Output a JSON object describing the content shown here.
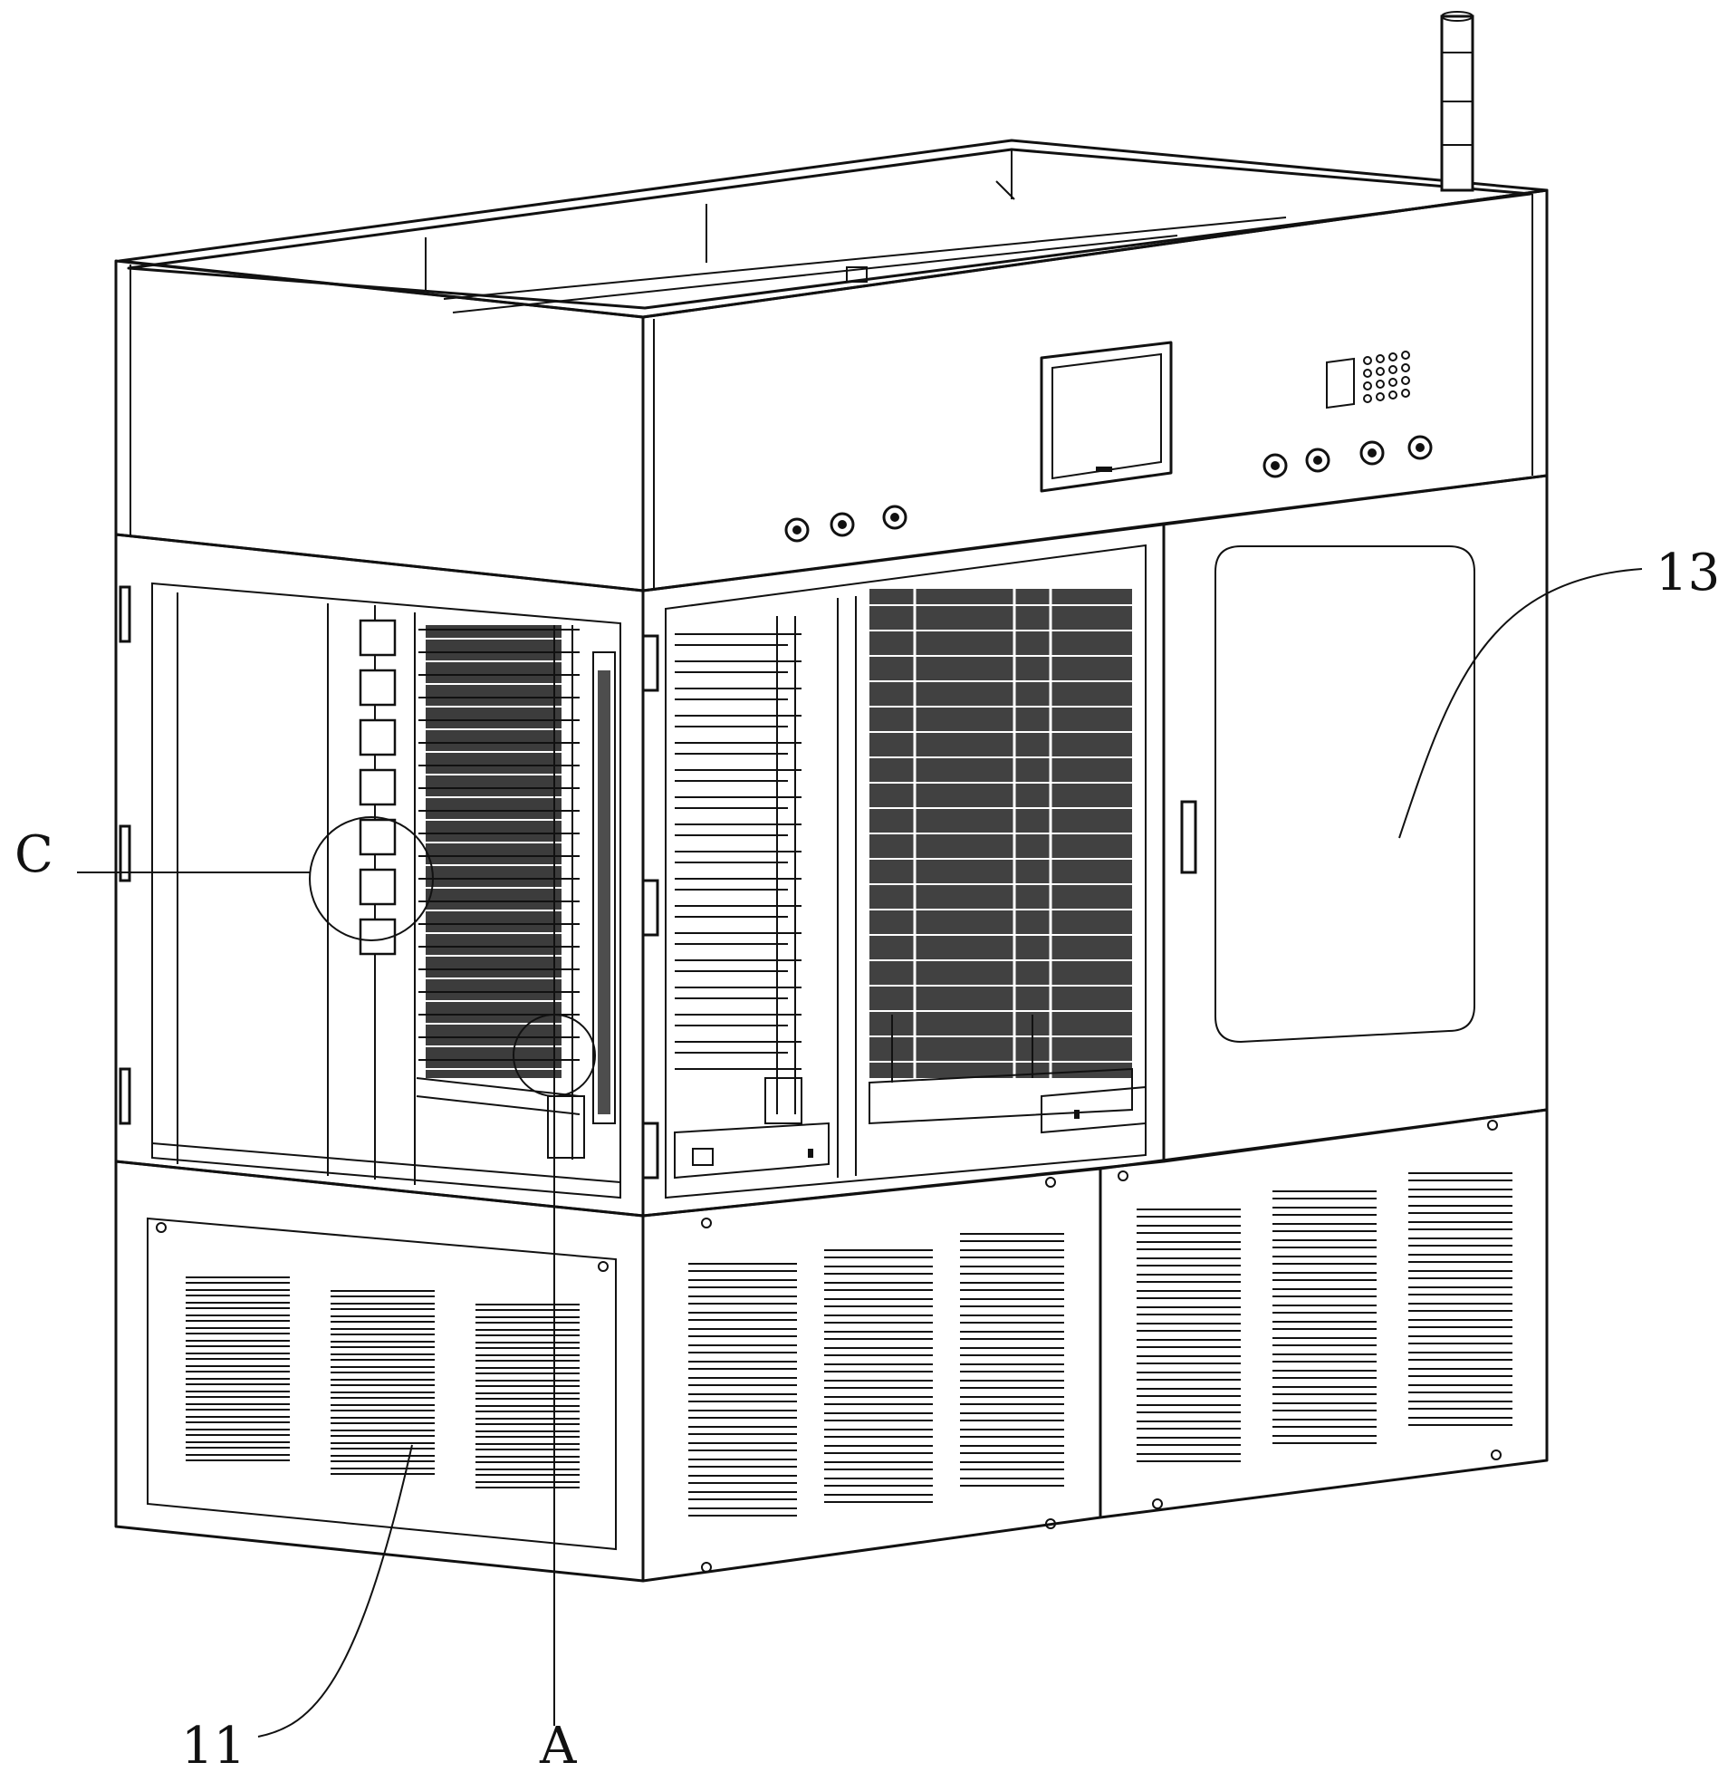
{
  "figure": {
    "labels": {
      "c": "C",
      "a": "A",
      "n11": "11",
      "n13": "13"
    },
    "colors": {
      "line": "#111111",
      "background": "#ffffff"
    }
  }
}
